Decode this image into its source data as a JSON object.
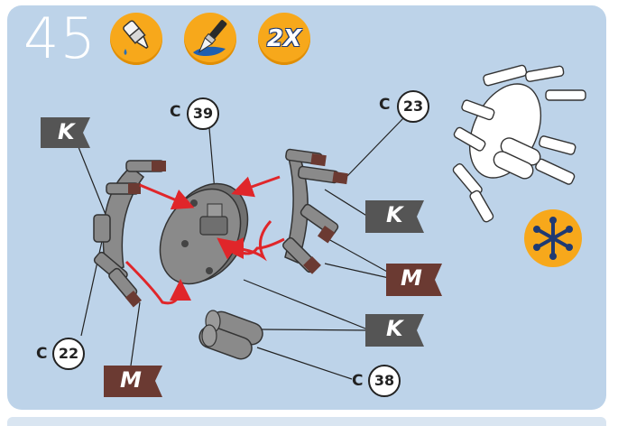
{
  "step": {
    "number": "45"
  },
  "badges": [
    {
      "icon": "glue-bottle-icon"
    },
    {
      "icon": "paint-brush-icon"
    },
    {
      "icon": "count-badge",
      "text": "2X"
    }
  ],
  "part_refs": [
    {
      "prefix": "C",
      "number": "39"
    },
    {
      "prefix": "C",
      "number": "23"
    },
    {
      "prefix": "C",
      "number": "22"
    },
    {
      "prefix": "C",
      "number": "38"
    }
  ],
  "flags": [
    {
      "letter": "K",
      "color": "#555555"
    },
    {
      "letter": "K",
      "color": "#555555"
    },
    {
      "letter": "K",
      "color": "#555555"
    },
    {
      "letter": "M",
      "color": "#6b3a32"
    },
    {
      "letter": "M",
      "color": "#6b3a32"
    }
  ],
  "colors": {
    "panel": "#bdd3e9",
    "badge": "#f7a81b",
    "arrow": "#e0262a",
    "part_grey": "#8a8a8a",
    "part_tip": "#6b3a32"
  },
  "icons": {
    "finished_preview": "asterisk-icon"
  }
}
